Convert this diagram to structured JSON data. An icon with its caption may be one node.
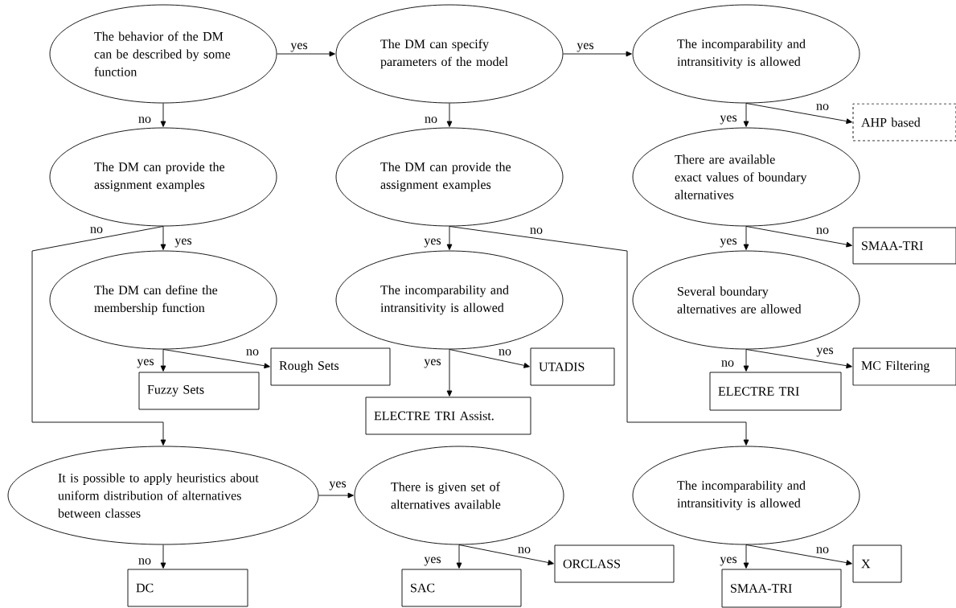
{
  "diagram": {
    "nodes": [
      {
        "text": [
          "The behavior of the DM can be described by some function"
        ]
      },
      {
        "text": [
          "The DM can specify parameters of the model"
        ]
      },
      {
        "text": [
          "The incomparability and intransitivity is allowed"
        ]
      },
      {
        "text": [
          "AHP based"
        ]
      },
      {
        "text": [
          "The DM can provide the assignment examples"
        ]
      },
      {
        "text": [
          "The DM can provide the assignment examples"
        ]
      },
      {
        "text": [
          "There are available exact values of boundary alternatives"
        ]
      },
      {
        "text": [
          "SMAA-TRI"
        ]
      },
      {
        "text": [
          "The DM can define the membership function"
        ]
      },
      {
        "text": [
          "The incomparability and intransitivity is allowed"
        ]
      },
      {
        "text": [
          "Several boundary alternatives are allowed"
        ]
      },
      {
        "text": [
          "Rough Sets"
        ]
      },
      {
        "text": [
          "Fuzzy Sets"
        ]
      },
      {
        "text": [
          "UTADIS"
        ]
      },
      {
        "text": [
          "ELECTRE TRI Assist."
        ]
      },
      {
        "text": [
          "ELECTRE TRI"
        ]
      },
      {
        "text": [
          "MC Filtering"
        ]
      },
      {
        "text": [
          "It is possible to apply heuristics about uniform distribution of alternatives between classes"
        ]
      },
      {
        "text": [
          "There is given set of alternatives available"
        ]
      },
      {
        "text": [
          "The incomparability and intransitivity is allowed"
        ]
      },
      {
        "text": [
          "DC"
        ]
      },
      {
        "text": [
          "SAC"
        ]
      },
      {
        "text": [
          "ORCLASS"
        ]
      },
      {
        "text": [
          "SMAA-TRI"
        ]
      },
      {
        "text": [
          "X"
        ]
      }
    ],
    "edges": [
      {
        "from": 0,
        "to": 1,
        "arrow": "to",
        "label": "yes"
      },
      {
        "from": 1,
        "to": 2,
        "arrow": "to",
        "label": "yes"
      },
      {
        "from": 0,
        "to": 4,
        "arrow": "to",
        "label": "no"
      },
      {
        "from": 1,
        "to": 5,
        "arrow": "to",
        "label": "no"
      },
      {
        "from": 2,
        "to": 3,
        "arrow": "to",
        "label": "no"
      },
      {
        "from": 2,
        "to": 6,
        "arrow": "to",
        "label": "yes"
      },
      {
        "from": 4,
        "to": 17,
        "arrow": "to",
        "label": "no"
      },
      {
        "from": 4,
        "to": 8,
        "arrow": "to",
        "label": "yes"
      },
      {
        "from": 5,
        "to": 9,
        "arrow": "to",
        "label": "yes"
      },
      {
        "from": 5,
        "to": 19,
        "arrow": "to",
        "label": "no"
      },
      {
        "from": 6,
        "to": 7,
        "arrow": "to",
        "label": "no"
      },
      {
        "from": 6,
        "to": 10,
        "arrow": "to",
        "label": "yes"
      },
      {
        "from": 8,
        "to": 12,
        "arrow": "to",
        "label": "yes"
      },
      {
        "from": 8,
        "to": 11,
        "arrow": "to",
        "label": "no"
      },
      {
        "from": 9,
        "to": 14,
        "arrow": "to",
        "label": "yes"
      },
      {
        "from": 9,
        "to": 13,
        "arrow": "to",
        "label": "no"
      },
      {
        "from": 10,
        "to": 15,
        "arrow": "to",
        "label": "no"
      },
      {
        "from": 10,
        "to": 16,
        "arrow": "to",
        "label": "yes"
      },
      {
        "from": 17,
        "to": 18,
        "arrow": "to",
        "label": "yes"
      },
      {
        "from": 17,
        "to": 20,
        "arrow": "to",
        "label": "no"
      },
      {
        "from": 18,
        "to": 21,
        "arrow": "to",
        "label": "yes"
      },
      {
        "from": 18,
        "to": 22,
        "arrow": "to",
        "label": "no"
      },
      {
        "from": 19,
        "to": 23,
        "arrow": "to",
        "label": "yes"
      },
      {
        "from": 19,
        "to": 24,
        "arrow": "to",
        "label": "no"
      }
    ]
  }
}
